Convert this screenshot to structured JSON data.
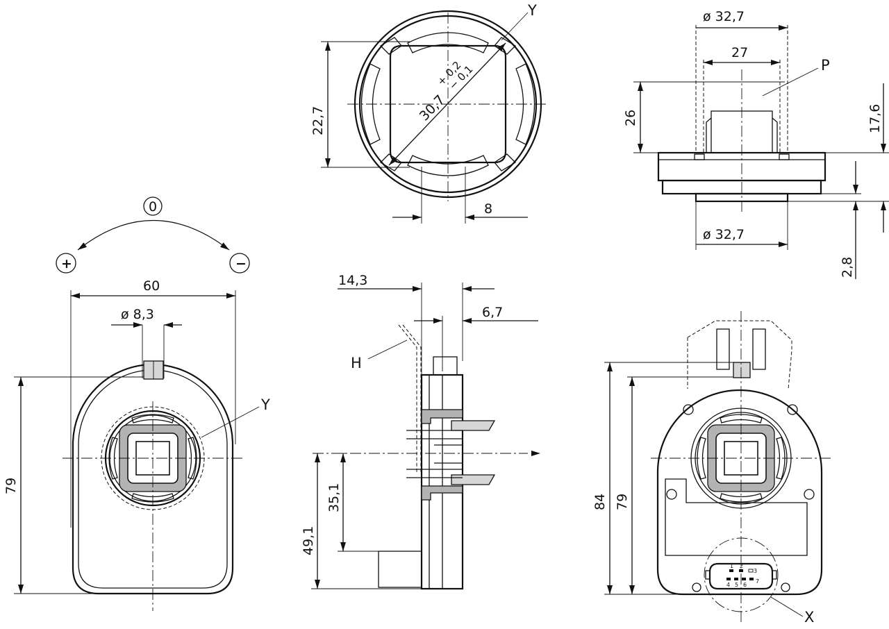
{
  "diagram": {
    "top_center_view": {
      "diag_dim_main": "30,7",
      "diag_tol_upper": "+ 0,2",
      "diag_tol_lower": "− 0,1",
      "height_dim": "22,7",
      "slot_dim": "8",
      "label_y": "Y"
    },
    "top_right_view": {
      "dia_top": "ø 32,7",
      "width_27": "27",
      "label_p": "P",
      "height_26": "26",
      "height_17_6": "17,6",
      "dia_bottom": "ø 32,7",
      "dim_2_8": "2,8"
    },
    "front_left_view": {
      "rotation_zero": "0",
      "rotation_plus": "+",
      "rotation_minus": "−",
      "width_60": "60",
      "dia_8_3": "ø 8,3",
      "height_79": "79",
      "label_y": "Y"
    },
    "side_view": {
      "dim_14_3": "14,3",
      "dim_6_7": "6,7",
      "label_h": "H",
      "dim_35_1": "35,1",
      "dim_49_1": "49,1"
    },
    "rear_view": {
      "height_84": "84",
      "height_79": "79",
      "label_x": "X",
      "pins": [
        "1",
        "2",
        "3",
        "4",
        "5",
        "6",
        "7"
      ]
    }
  }
}
